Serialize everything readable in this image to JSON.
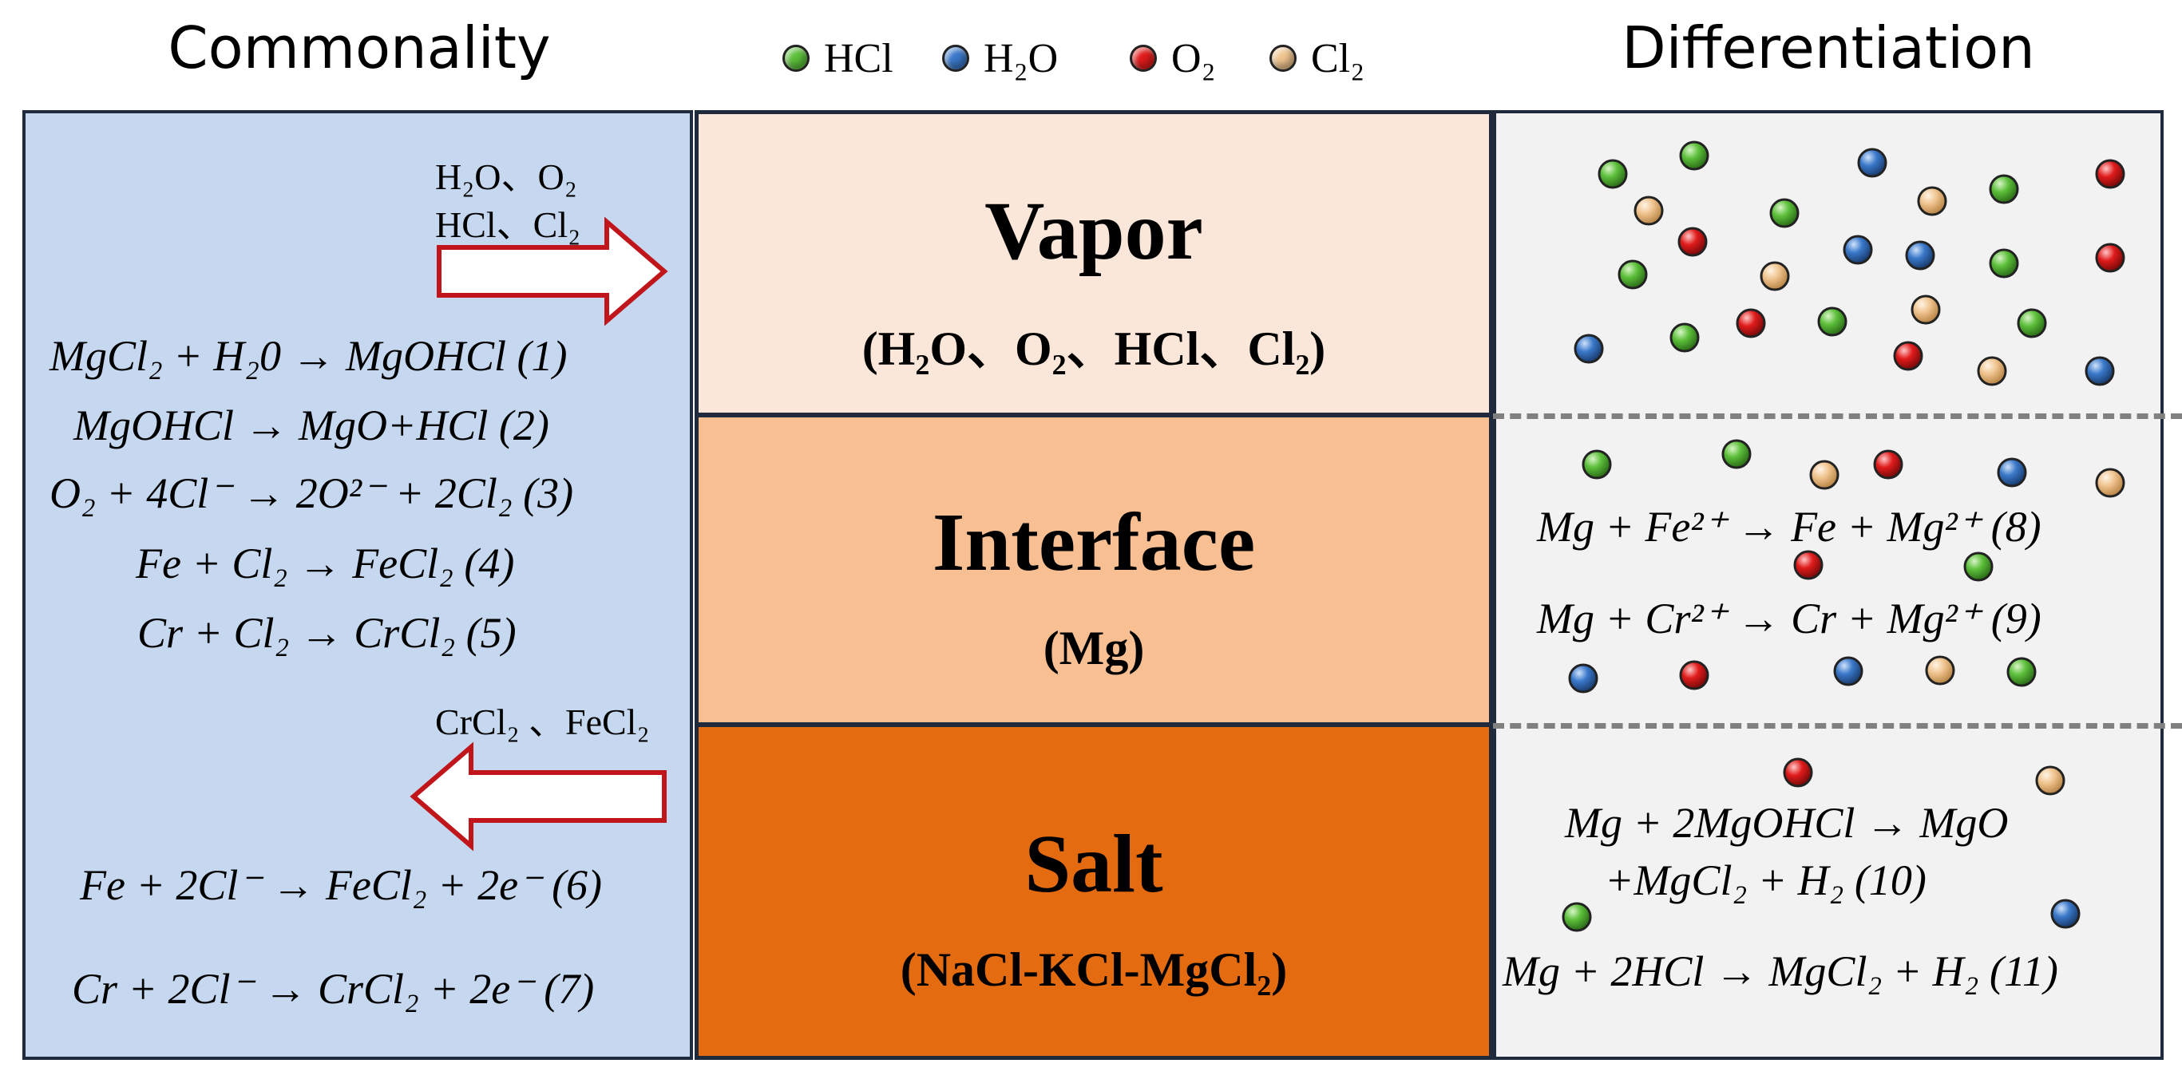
{
  "headers": {
    "left": "Commonality",
    "right": "Differentiation"
  },
  "legend": [
    {
      "label": "HCl",
      "color": "#5cbf3a"
    },
    {
      "label": "H₂O",
      "color": "#3a78c9"
    },
    {
      "label": "O₂",
      "color": "#e01b1b"
    },
    {
      "label": "Cl₂",
      "color": "#f0c48f"
    }
  ],
  "layers": {
    "vapor": {
      "title": "Vapor",
      "subtitle": "(H₂O、O₂、HCl、Cl₂)"
    },
    "interface": {
      "title": "Interface",
      "subtitle": "(Mg)"
    },
    "salt": {
      "title": "Salt",
      "subtitle": "(NaCl-KCl-MgCl₂)"
    }
  },
  "left_panel": {
    "arrow_in_label_1": "H₂O、O₂",
    "arrow_in_label_2": "HCl、Cl₂",
    "arrow_out_label": "CrCl₂ 、FeCl₂",
    "equations": [
      "MgCl₂ + H₂0 → MgOHCl (1)",
      "MgOHCl → MgO+HCl   (2)",
      "O₂ + 4Cl⁻ → 2O²⁻ + 2Cl₂ (3)",
      "Fe + Cl₂ → FeCl₂  (4)",
      "Cr + Cl₂ → CrCl₂  (5)",
      "Fe + 2Cl⁻ → FeCl₂ + 2e⁻ (6)",
      "Cr + 2Cl⁻ → CrCl₂ + 2e⁻  (7)"
    ]
  },
  "right_panel": {
    "equations": [
      "Mg + Fe²⁺ → Fe + Mg²⁺ (8)",
      "Mg + Cr²⁺ → Cr + Mg²⁺ (9)",
      "Mg + 2MgOHCl → MgO",
      "+MgCl₂ + H₂   (10)",
      "Mg + 2HCl → MgCl₂ + H₂ (11)"
    ]
  },
  "colors": {
    "HCl": "#5cbf3a",
    "H2O": "#3a78c9",
    "O2": "#e01b1b",
    "Cl2": "#f0c48f",
    "arrow": "#c0161b"
  }
}
